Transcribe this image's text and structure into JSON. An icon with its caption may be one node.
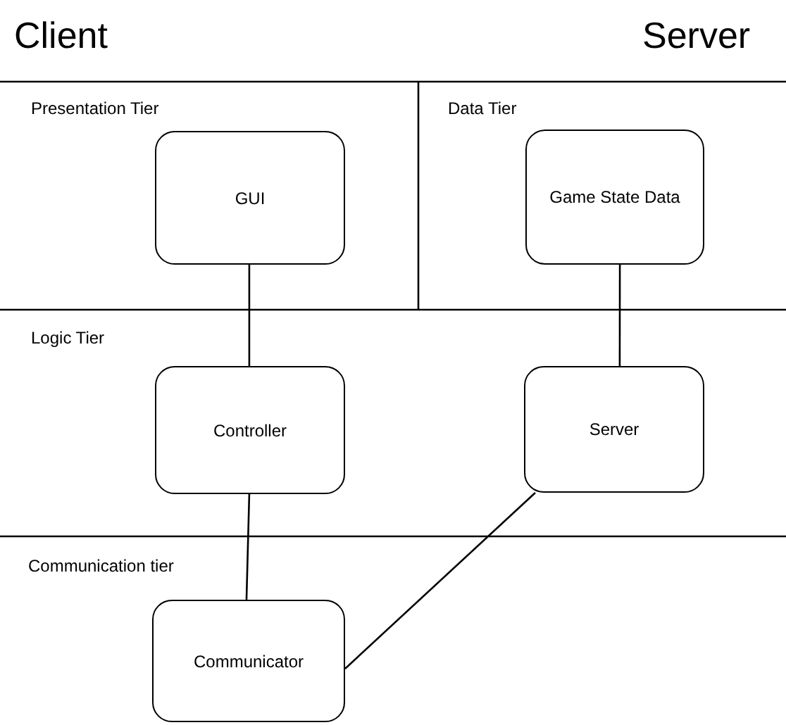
{
  "diagram": {
    "nodes": [
      {
        "text": [
          "GUI"
        ]
      },
      {
        "text": [
          "Game State Data"
        ]
      },
      {
        "text": [
          "Controller"
        ]
      },
      {
        "text": [
          "Server"
        ]
      },
      {
        "text": [
          "Communicator"
        ]
      }
    ],
    "edges": [
      {
        "from": 0,
        "to": 2,
        "arrow": "none"
      },
      {
        "from": 1,
        "to": 3,
        "arrow": "none"
      },
      {
        "from": 2,
        "to": 4,
        "arrow": "none"
      },
      {
        "from": 3,
        "to": 4,
        "arrow": "none"
      }
    ],
    "labels": [
      "Client",
      "Server",
      "Presentation Tier",
      "Data Tier",
      "Logic Tier",
      "Communication tier"
    ]
  }
}
